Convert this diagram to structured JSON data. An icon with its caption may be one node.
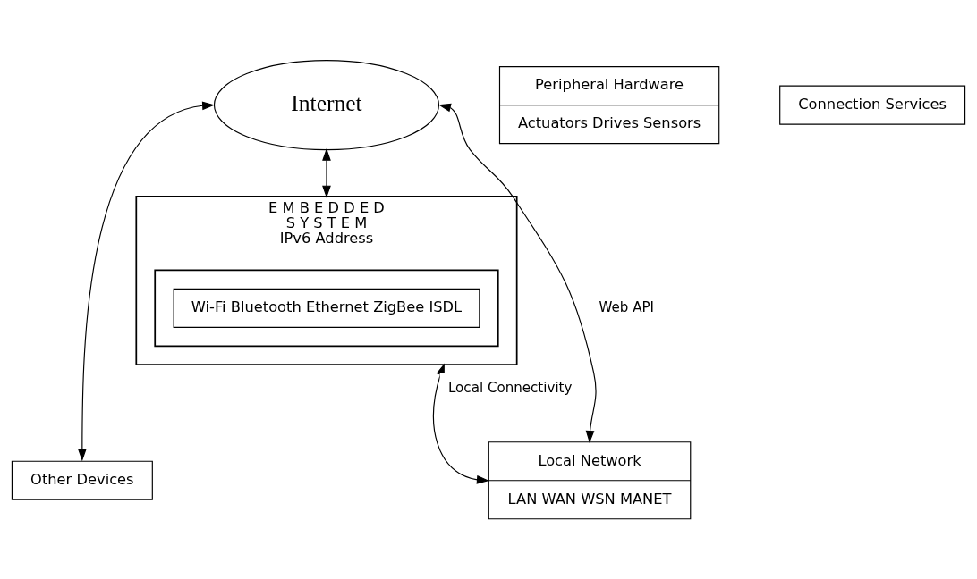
{
  "diagram": {
    "nodes": [
      {
        "text": [
          "Internet"
        ]
      },
      {
        "text": [
          "Other Devices"
        ]
      },
      {
        "text": [
          "Local Network",
          "LAN WAN WSN MANET"
        ]
      },
      {
        "text": [
          "E M B E D D E D",
          "S Y S T E M",
          "IPv6 Address"
        ]
      },
      {
        "text": [],
        "shape": "box",
        "in": 3
      },
      {
        "text": [
          "Wi-Fi Bluetooth Ethernet ZigBee ISDL"
        ],
        "in": 4
      },
      {
        "text": [
          "Peripheral Hardware",
          "Actuators Drives Sensors"
        ]
      },
      {
        "text": [
          "Connection Services"
        ]
      }
    ],
    "edges": [
      {
        "from": 0,
        "to": 1,
        "arrow": "both"
      },
      {
        "from": 0,
        "to": 2,
        "arrow": "both",
        "label": "Web API"
      },
      {
        "from": 0,
        "to": 3,
        "arrow": "both"
      },
      {
        "from": 3,
        "to": 2,
        "arrow": "both",
        "label": "Local Connectivity"
      }
    ]
  }
}
